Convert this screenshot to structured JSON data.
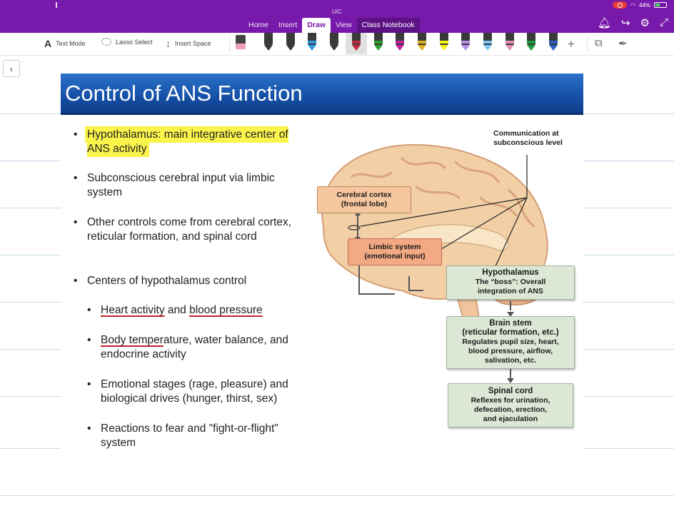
{
  "status": {
    "notebook_name": "UIC",
    "battery": "44%"
  },
  "tabs": [
    {
      "label": "Home"
    },
    {
      "label": "Insert"
    },
    {
      "label": "Draw"
    },
    {
      "label": "View"
    },
    {
      "label": "Class Notebook"
    }
  ],
  "toolbar": {
    "text_mode": "Text Mode",
    "lasso_select": "Lasso Select",
    "insert_space": "Insert Space",
    "pen_colors": [
      "#3a3a3a",
      "#3a3a3a",
      "#2f9be0",
      "#3a3a3a",
      "#c22a3a",
      "#2fa02f",
      "#c2249c",
      "#e0b21f",
      "#f4f01a",
      "#b98fe6",
      "#7ec6f2",
      "#e58fb4",
      "#1f9a3c",
      "#2a5cc2"
    ]
  },
  "slide": {
    "title": "Control of ANS Function",
    "bullets": [
      "Hypothalamus: main integrative center of ANS activity",
      "Subconscious cerebral input via limbic system",
      "Other controls come from cerebral cortex, reticular formation, and spinal cord",
      "Centers of hypothalamus control"
    ],
    "sub_bullets": {
      "heart_part1": "Heart activity",
      "heart_and": " and ",
      "heart_part2": "blood pressure",
      "body_part1": "Body temper",
      "body_part2": "ature, water balance, and endocrine activity",
      "emotional": "Emotional stages (rage, pleasure) and biological drives (hunger, thirst, sex)",
      "reactions": "Reactions to fear and \"fight-or-flight\" system"
    }
  },
  "diagram": {
    "communication": "Communication at subconscious level",
    "cerebral_cortex_1": "Cerebral cortex",
    "cerebral_cortex_2": "(frontal lobe)",
    "limbic_1": "Limbic system",
    "limbic_2": "(emotional input)",
    "hypo_title": "Hypothalamus",
    "hypo_1": "The “boss”: Overall",
    "hypo_2": "integration of ANS",
    "brainstem_title": "Brain stem",
    "brainstem_1": "(reticular formation, etc.)",
    "brainstem_2": "Regulates pupil size, heart,",
    "brainstem_3": "blood pressure, airflow,",
    "brainstem_4": "salivation, etc.",
    "spinal_title": "Spinal cord",
    "spinal_1": "Reflexes for urination,",
    "spinal_2": "defecation, erection,",
    "spinal_3": "and ejaculation"
  },
  "colors": {
    "accent": "#7719aa",
    "title_bar": "#1550a6",
    "highlight": "#fbf44b",
    "red_ink": "#c4202a"
  }
}
